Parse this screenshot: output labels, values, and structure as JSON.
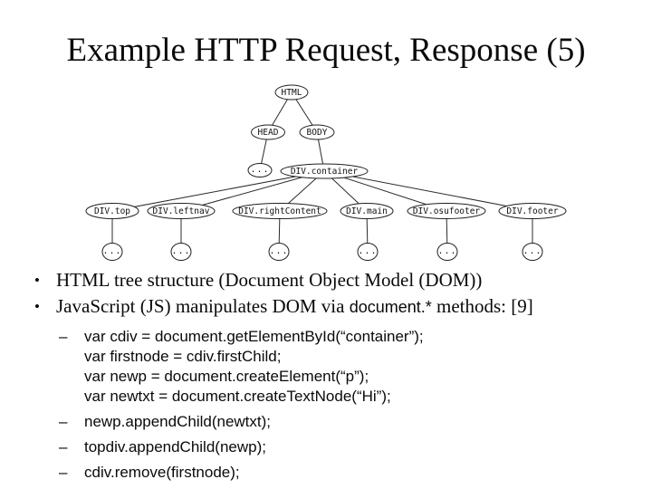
{
  "slide": {
    "title": "Example HTTP Request, Response (5)"
  },
  "tree": {
    "nodes": {
      "html": "HTML",
      "head": "HEAD",
      "body": "BODY",
      "head_child_ellipsis": "...",
      "container": "DIV.container",
      "top": "DIV.top",
      "leftnav": "DIV.leftnav",
      "rightcontent": "DIV.rightContent",
      "main": "DIV.main",
      "osufooter": "DIV.osufooter",
      "footer": "DIV.footer",
      "leaf_ellipsis": "..."
    }
  },
  "bullets": {
    "marker": "•",
    "dash": "–",
    "b1": "HTML tree structure (Document Object Model (DOM))",
    "b2_pre": "JavaScript (JS) manipulates DOM via ",
    "b2_code": "document.*",
    "b2_post": " methods: [9]"
  },
  "code": {
    "group1": [
      "var cdiv = document.getElementById(“container”);",
      "var firstnode = cdiv.firstChild;",
      "var newp = document.createElement(“p”);",
      "var newtxt = document.createTextNode(“Hi”);"
    ],
    "item2": "newp.appendChild(newtxt);",
    "item3": "topdiv.appendChild(newp);",
    "item4": "cdiv.remove(firstnode);"
  }
}
